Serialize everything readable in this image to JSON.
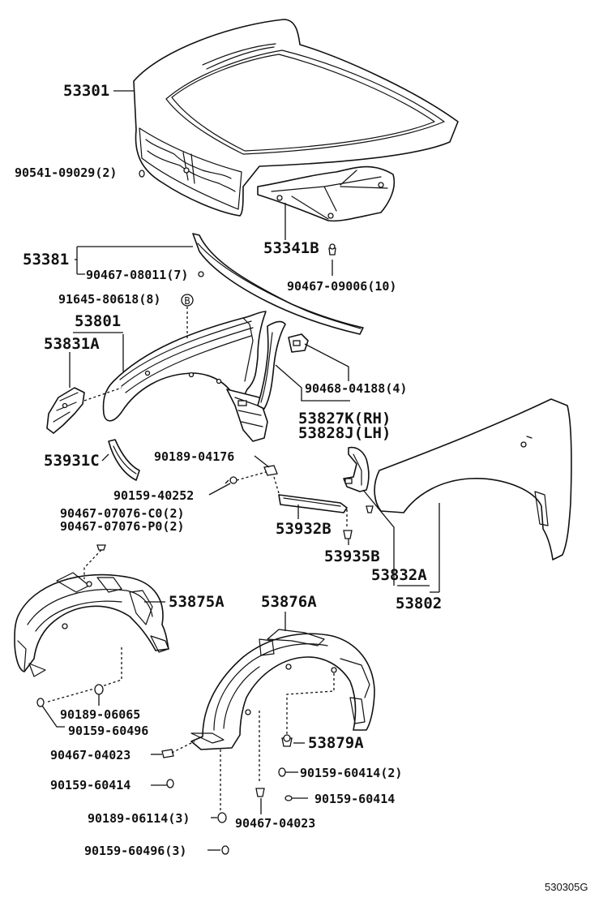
{
  "parts": {
    "p53301": "53301",
    "p90541": "90541-09029(2)",
    "p53381": "53381",
    "p90467_08011": "90467-08011(7)",
    "p53341B": "53341B",
    "p90467_09006": "90467-09006(10)",
    "p91645": "91645-80618(8)",
    "p53801": "53801",
    "p53831A": "53831A",
    "p90468": "90468-04188(4)",
    "p53827K": "53827K(RH)",
    "p53828J": "53828J(LH)",
    "p53931C": "53931C",
    "p90189_04176": "90189-04176",
    "p90159_40252": "90159-40252",
    "p90467_07076_C0": "90467-07076-C0(2)",
    "p90467_07076_P0": "90467-07076-P0(2)",
    "p53932B": "53932B",
    "p53935B": "53935B",
    "p53832A": "53832A",
    "p53802": "53802",
    "p53875A": "53875A",
    "p53876A": "53876A",
    "p90189_06065": "90189-06065",
    "p90159_60496a": "90159-60496",
    "p53879A": "53879A",
    "p90467_04023a": "90467-04023",
    "p90159_60414_2": "90159-60414(2)",
    "p90159_60414a": "90159-60414",
    "p90159_60414b": "90159-60414",
    "p90189_06114": "90189-06114(3)",
    "p90467_04023b": "90467-04023",
    "p90159_60496_3": "90159-60496(3)"
  },
  "marker_letter": "B",
  "diagram_code": "530305G"
}
